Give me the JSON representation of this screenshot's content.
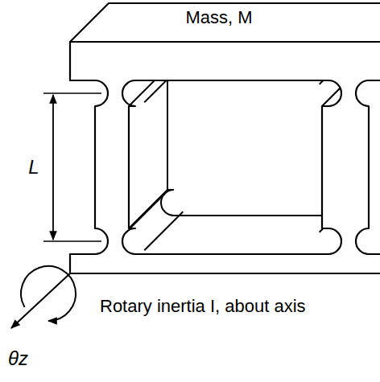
{
  "diagram": {
    "labels": [
      "Mass, M",
      "L",
      "Rotary inertia I, about axis",
      "θz"
    ]
  }
}
